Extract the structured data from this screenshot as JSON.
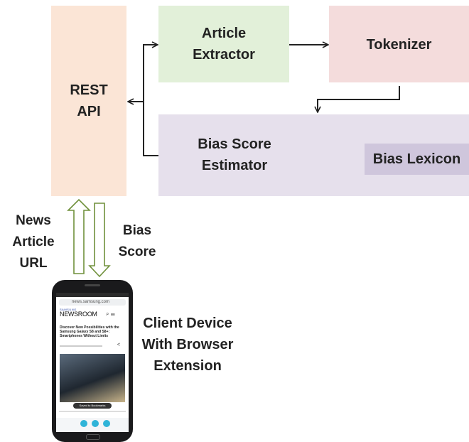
{
  "nodes": {
    "rest_api": "REST\nAPI",
    "article_extractor": "Article\nExtractor",
    "tokenizer": "Tokenizer",
    "bias_score_estimator": "Bias Score\nEstimator",
    "bias_lexicon": "Bias Lexicon"
  },
  "labels": {
    "news_article_url": "News\nArticle\nURL",
    "bias_score": "Bias\nScore",
    "client_device": "Client Device\nWith Browser\nExtension"
  },
  "phone_screen": {
    "url": "news.samsung.com",
    "brand_small": "SAMSUNG",
    "brand": "NEWSROOM",
    "headline": "Discover New Possibilities with the Samsung Galaxy S8 and S8+: Smartphones Without Limits",
    "toast": "Saved to Bookmarks"
  },
  "colors": {
    "rest_api": "#fbe5d6",
    "article_extractor": "#e2f0d9",
    "tokenizer": "#f4dcdc",
    "bias_score_estimator": "#e6e0ec",
    "bias_lexicon": "#cfc6dc",
    "hollow_arrow": "#70913c"
  }
}
